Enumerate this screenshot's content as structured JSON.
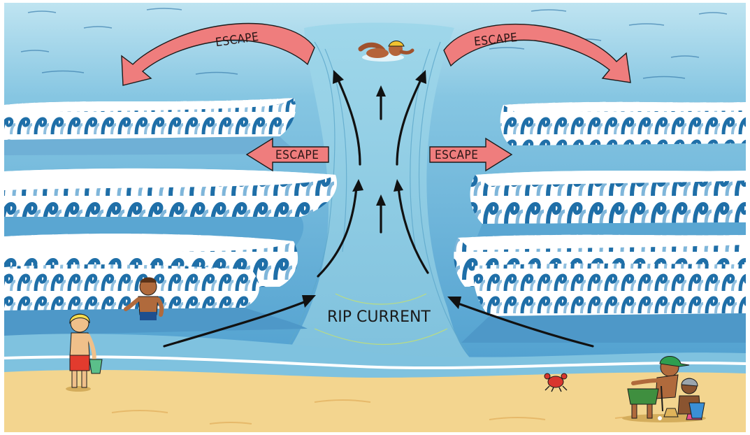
{
  "labels": {
    "rip_current": "RIP CURRENT",
    "escape_top_left": "ESCAPE",
    "escape_top_right": "ESCAPE",
    "escape_mid_left": "ESCAPE",
    "escape_mid_right": "ESCAPE"
  },
  "colors": {
    "sky_water": "#cfe9f2",
    "deep_water": "#5fb0d6",
    "rip_water": "#8dcbe2",
    "wave_dark": "#1f6fa8",
    "wave_light": "#ffffff",
    "sand": "#f3d58f",
    "escape_arrow": "#ef7d7d",
    "outline": "#1b1b1b"
  },
  "icons": [
    "swimmer-figure",
    "child-standing-figure",
    "child-in-water-figure",
    "children-building-sandcastle-figure",
    "crab-icon",
    "bucket-icon"
  ]
}
